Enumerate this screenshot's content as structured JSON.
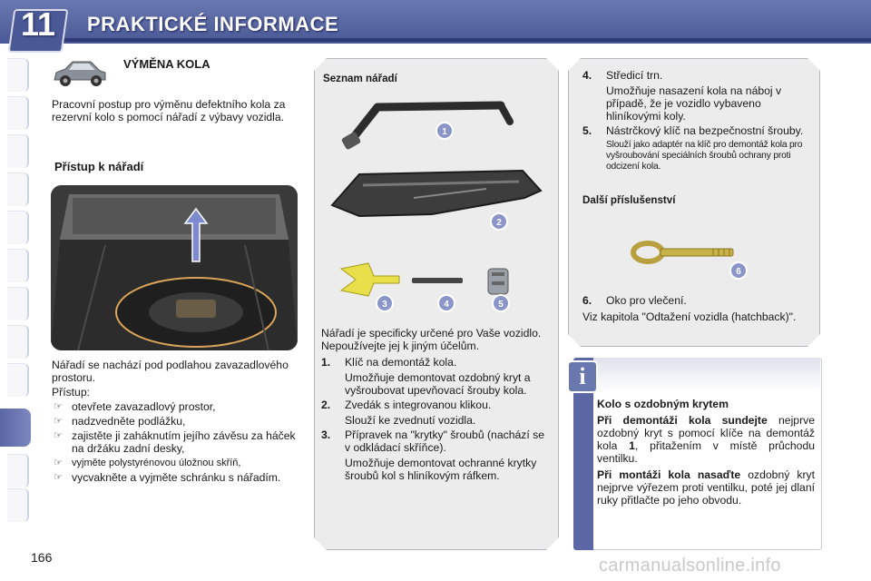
{
  "header": {
    "chapter": "11",
    "title": "PRAKTICKÉ INFORMACE"
  },
  "left": {
    "title": "VÝMĚNA KOLA",
    "intro": "Pracovní postup pro výměnu defektního kola za rezervní kolo s pomocí nářadí z výbavy vozidla.",
    "subtitle": "Přístup k nářadí",
    "location": "Nářadí se nachází pod podlahou zavazadlového prostoru.",
    "access_label": "Přístup:",
    "steps": [
      "otevřete zavazadlový prostor,",
      "nadzvedněte podlážku,",
      "zajistěte ji zaháknutím jejího závěsu za háček na držáku zadní desky,",
      "vyjměte polystyrénovou úložnou skříň,",
      "vycvakněte a vyjměte schránku s nářadím."
    ]
  },
  "middle": {
    "title": "Seznam nářadí",
    "callouts": [
      "1",
      "2",
      "3",
      "4",
      "5"
    ],
    "intro": "Nářadí je specificky určené pro Vaše vozidlo. Nepoužívejte jej k jiným účelům.",
    "items": [
      {
        "num": "1.",
        "label": "Klíč na demontáž kola.",
        "desc": "Umožňuje demontovat ozdobný kryt a vyšroubovat upevňovací šrouby kola."
      },
      {
        "num": "2.",
        "label": "Zvedák s integrovanou klikou.",
        "desc": "Slouží ke zvednutí vozidla."
      },
      {
        "num": "3.",
        "label": "Přípravek na \"krytky\" šroubů (nachází se v odkládací skříňce).",
        "desc": "Umožňuje demontovat ochranné krytky šroubů kol s hliníkovým ráfkem."
      }
    ]
  },
  "right": {
    "items": [
      {
        "num": "4.",
        "label": "Středicí trn.",
        "desc": "Umožňuje nasazení kola na náboj v případě, že je vozidlo vybaveno hliníkovými koly."
      },
      {
        "num": "5.",
        "label": "Nástrčkový klíč na bezpečnostní šrouby.",
        "desc": "Slouží jako adaptér na klíč pro demontáž kola pro vyšroubování speciálních šroubů ochrany proti odcizení kola."
      }
    ],
    "accessories_title": "Další příslušenství",
    "callout6": "6",
    "item6": {
      "num": "6.",
      "label": "Oko pro vlečení."
    },
    "see_also": "Viz kapitola \"Odtažení vozidla (hatchback)\"."
  },
  "info": {
    "icon": "i",
    "title": "Kolo s ozdobným krytem",
    "p1_bold": "Při demontáži kola sundejte",
    "p1_text1": " nejprve ozdobný kryt s pomocí klíče na demontáž kola ",
    "p1_num": "1",
    "p1_text2": ", přitažením v místě průchodu ventilku.",
    "p2_bold": "Při montáži kola nasaďte",
    "p2_text": " ozdobný kryt nejprve výřezem proti ventilku, poté jej dlaní ruky přitlačte po jeho obvodu."
  },
  "footer": {
    "page_number": "166",
    "watermark": "carmanualsonline.info"
  },
  "colors": {
    "header": "#5a67a4",
    "panel": "#ececed",
    "callout": "#8c95c8"
  }
}
